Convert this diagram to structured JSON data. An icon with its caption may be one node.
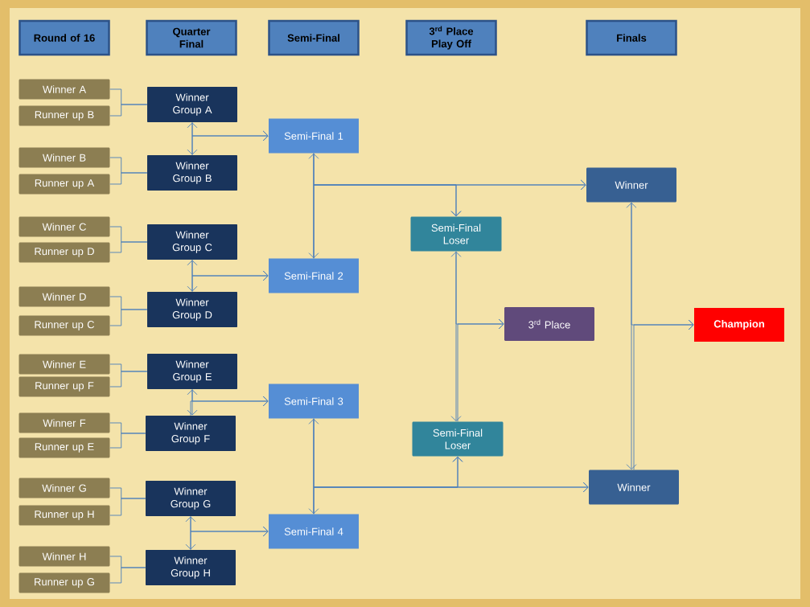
{
  "diagram": {
    "nodes": [
      {
        "text": [
          "Round of 16"
        ]
      },
      {
        "text": [
          "Quarter Final"
        ]
      },
      {
        "text": [
          "Semi-Final"
        ]
      },
      {
        "text": [
          "3$^{rd}$ Place Play Off"
        ]
      },
      {
        "text": [
          "Finals"
        ]
      },
      {
        "text": [
          "Winner A"
        ]
      },
      {
        "text": [
          "Runner up B"
        ]
      },
      {
        "text": [
          "Winner B"
        ]
      },
      {
        "text": [
          "Runner up A"
        ]
      },
      {
        "text": [
          "Winner C"
        ]
      },
      {
        "text": [
          "Runner up D"
        ]
      },
      {
        "text": [
          "Winner D"
        ]
      },
      {
        "text": [
          "Runner up C"
        ]
      },
      {
        "text": [
          "Winner E"
        ]
      },
      {
        "text": [
          "Runner up F"
        ]
      },
      {
        "text": [
          "Winner F"
        ]
      },
      {
        "text": [
          "Runner up E"
        ]
      },
      {
        "text": [
          "Winner G"
        ]
      },
      {
        "text": [
          "Runner up H"
        ]
      },
      {
        "text": [
          "Winner H"
        ]
      },
      {
        "text": [
          "Runner up G"
        ]
      },
      {
        "text": [
          "Winner Group A"
        ]
      },
      {
        "text": [
          "Winner Group B"
        ]
      },
      {
        "text": [
          "Winner Group C"
        ]
      },
      {
        "text": [
          "Winner Group D"
        ]
      },
      {
        "text": [
          "Winner Group E"
        ]
      },
      {
        "text": [
          "Winner Group F"
        ]
      },
      {
        "text": [
          "Winner Group G"
        ]
      },
      {
        "text": [
          "Winner Group H"
        ]
      },
      {
        "text": [
          "Semi-Final 1"
        ]
      },
      {
        "text": [
          "Semi-Final 2"
        ]
      },
      {
        "text": [
          "Semi-Final 3"
        ]
      },
      {
        "text": [
          "Semi-Final 4"
        ]
      },
      {
        "text": [
          "Semi-Final Loser"
        ]
      },
      {
        "text": [
          "Semi-Final Loser"
        ]
      },
      {
        "text": [
          "Winner"
        ]
      },
      {
        "text": [
          "Winner"
        ]
      },
      {
        "text": [
          "3$^{rd}$ Place"
        ]
      },
      {
        "text": [
          "Champion"
        ]
      }
    ],
    "edges": [
      {
        "from": 5,
        "to": 21,
        "arrow": "none"
      },
      {
        "from": 6,
        "to": 21,
        "arrow": "none"
      },
      {
        "from": 7,
        "to": 22,
        "arrow": "none"
      },
      {
        "from": 8,
        "to": 22,
        "arrow": "none"
      },
      {
        "from": 9,
        "to": 23,
        "arrow": "none"
      },
      {
        "from": 10,
        "to": 23,
        "arrow": "none"
      },
      {
        "from": 11,
        "to": 24,
        "arrow": "none"
      },
      {
        "from": 12,
        "to": 24,
        "arrow": "none"
      },
      {
        "from": 13,
        "to": 25,
        "arrow": "none"
      },
      {
        "from": 14,
        "to": 25,
        "arrow": "none"
      },
      {
        "from": 15,
        "to": 26,
        "arrow": "none"
      },
      {
        "from": 16,
        "to": 26,
        "arrow": "none"
      },
      {
        "from": 17,
        "to": 27,
        "arrow": "none"
      },
      {
        "from": 18,
        "to": 27,
        "arrow": "none"
      },
      {
        "from": 19,
        "to": 28,
        "arrow": "none"
      },
      {
        "from": 20,
        "to": 28,
        "arrow": "none"
      },
      {
        "from": 21,
        "to": 22,
        "arrow": "both"
      },
      {
        "from": 21,
        "to": 29,
        "arrow": "to"
      },
      {
        "from": 22,
        "to": 29,
        "arrow": "to"
      },
      {
        "from": 23,
        "to": 24,
        "arrow": "both"
      },
      {
        "from": 23,
        "to": 30,
        "arrow": "to"
      },
      {
        "from": 24,
        "to": 30,
        "arrow": "to"
      },
      {
        "from": 25,
        "to": 26,
        "arrow": "both"
      },
      {
        "from": 25,
        "to": 31,
        "arrow": "to"
      },
      {
        "from": 26,
        "to": 31,
        "arrow": "to"
      },
      {
        "from": 27,
        "to": 28,
        "arrow": "both"
      },
      {
        "from": 27,
        "to": 32,
        "arrow": "to"
      },
      {
        "from": 28,
        "to": 32,
        "arrow": "to"
      },
      {
        "from": 29,
        "to": 30,
        "arrow": "both"
      },
      {
        "from": 29,
        "to": 35,
        "arrow": "to"
      },
      {
        "from": 30,
        "to": 35,
        "arrow": "to"
      },
      {
        "from": 29,
        "to": 33,
        "arrow": "to"
      },
      {
        "from": 30,
        "to": 33,
        "arrow": "to"
      },
      {
        "from": 31,
        "to": 32,
        "arrow": "both"
      },
      {
        "from": 31,
        "to": 36,
        "arrow": "to"
      },
      {
        "from": 32,
        "to": 36,
        "arrow": "to"
      },
      {
        "from": 31,
        "to": 34,
        "arrow": "to"
      },
      {
        "from": 32,
        "to": 34,
        "arrow": "to"
      },
      {
        "from": 33,
        "to": 34,
        "arrow": "both"
      },
      {
        "from": 33,
        "to": 37,
        "arrow": "to"
      },
      {
        "from": 34,
        "to": 37,
        "arrow": "to"
      },
      {
        "from": 35,
        "to": 36,
        "arrow": "both"
      },
      {
        "from": 35,
        "to": 38,
        "arrow": "to"
      },
      {
        "from": 36,
        "to": 38,
        "arrow": "to"
      }
    ]
  }
}
